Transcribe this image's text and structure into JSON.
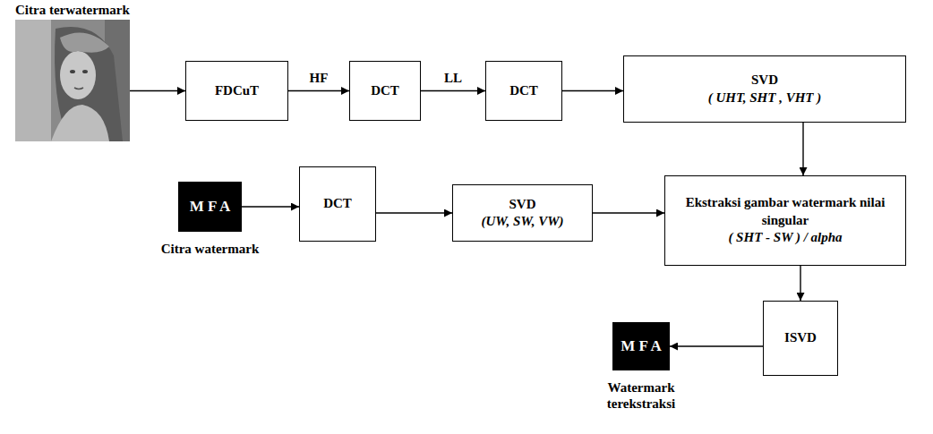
{
  "diagram": {
    "nodes": [
      {
        "text": [
          "Citra terwatermark"
        ]
      },
      {
        "text": [
          "FDCuT"
        ]
      },
      {
        "text": [
          "DCT"
        ]
      },
      {
        "text": [
          "DCT"
        ]
      },
      {
        "text": [
          "SVD",
          "( UHT, SHT , VHT )"
        ]
      },
      {
        "text": [
          "M F A",
          "Citra watermark"
        ]
      },
      {
        "text": [
          "DCT"
        ]
      },
      {
        "text": [
          "SVD",
          "(UW, SW, VW)"
        ]
      },
      {
        "text": [
          "Ekstraksi gambar watermark nilai singular",
          "( SHT - SW ) / alpha"
        ]
      },
      {
        "text": [
          "ISVD"
        ]
      },
      {
        "text": [
          "M F A",
          "Watermark terekstraksi"
        ]
      }
    ],
    "edges": [
      {
        "from": 0,
        "to": 1,
        "arrow": "to"
      },
      {
        "from": 1,
        "to": 2,
        "label": "HF",
        "arrow": "to"
      },
      {
        "from": 2,
        "to": 3,
        "label": "LL",
        "arrow": "to"
      },
      {
        "from": 3,
        "to": 4,
        "arrow": "to"
      },
      {
        "from": 4,
        "to": 8,
        "arrow": "to"
      },
      {
        "from": 5,
        "to": 6,
        "arrow": "to"
      },
      {
        "from": 6,
        "to": 7,
        "arrow": "to"
      },
      {
        "from": 7,
        "to": 8,
        "arrow": "to"
      },
      {
        "from": 8,
        "to": 9,
        "arrow": "to"
      },
      {
        "from": 9,
        "to": 10,
        "arrow": "to"
      }
    ]
  }
}
